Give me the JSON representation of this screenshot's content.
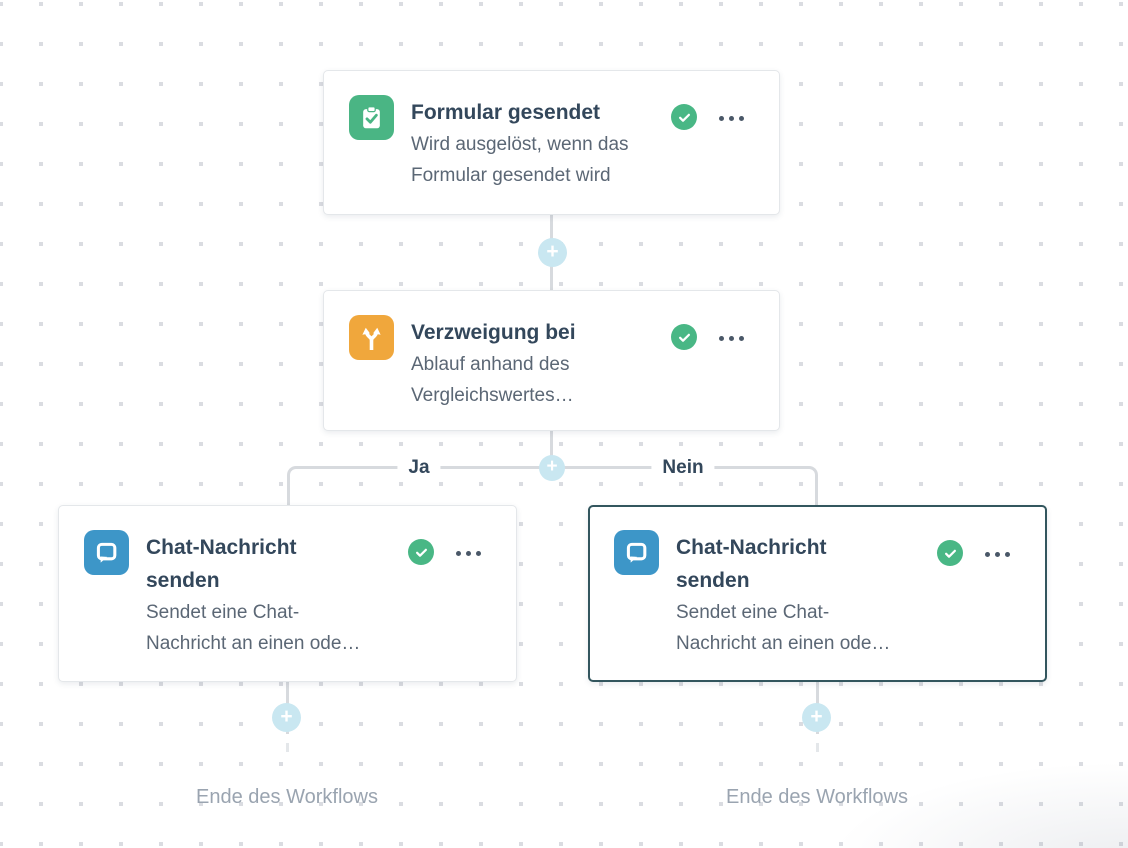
{
  "colors": {
    "dot": "#dadce1",
    "connector": "#d7dade",
    "selected-border": "#33565e",
    "title-color": "#33475b",
    "desc-color": "#5b6775",
    "muted-color": "#9aa4b0",
    "status-green": "#49b785",
    "trigger-icon-bg": "#4ab584",
    "branch-icon-bg": "#f0a73c",
    "chat-icon-bg": "#3d96c8",
    "plus-bg": "#c9e7f1"
  },
  "nodes": [
    {
      "title": "Formular gesendet",
      "description": "Wird ausgelöst, wenn das Formular gesendet wird",
      "icon": "clipboard-check-icon",
      "status": "enabled",
      "selected": false
    },
    {
      "title": "Verzweigung bei",
      "description": "Ablauf anhand des Vergleichswertes…",
      "icon": "branch-split-icon",
      "status": "enabled",
      "selected": false
    },
    {
      "title": "Chat-Nachricht senden",
      "description": "Sendet eine Chat-Nachricht an einen ode…",
      "icon": "chat-bubble-icon",
      "status": "enabled",
      "selected": false
    },
    {
      "title": "Chat-Nachricht senden",
      "description": "Sendet eine Chat-Nachricht an einen ode…",
      "icon": "chat-bubble-icon",
      "status": "enabled",
      "selected": true
    }
  ],
  "branch": {
    "yes_label": "Ja",
    "no_label": "Nein"
  },
  "end_of_workflow": {
    "left": "Ende des Workflows",
    "right": "Ende des Workflows"
  },
  "plus_label": "+"
}
